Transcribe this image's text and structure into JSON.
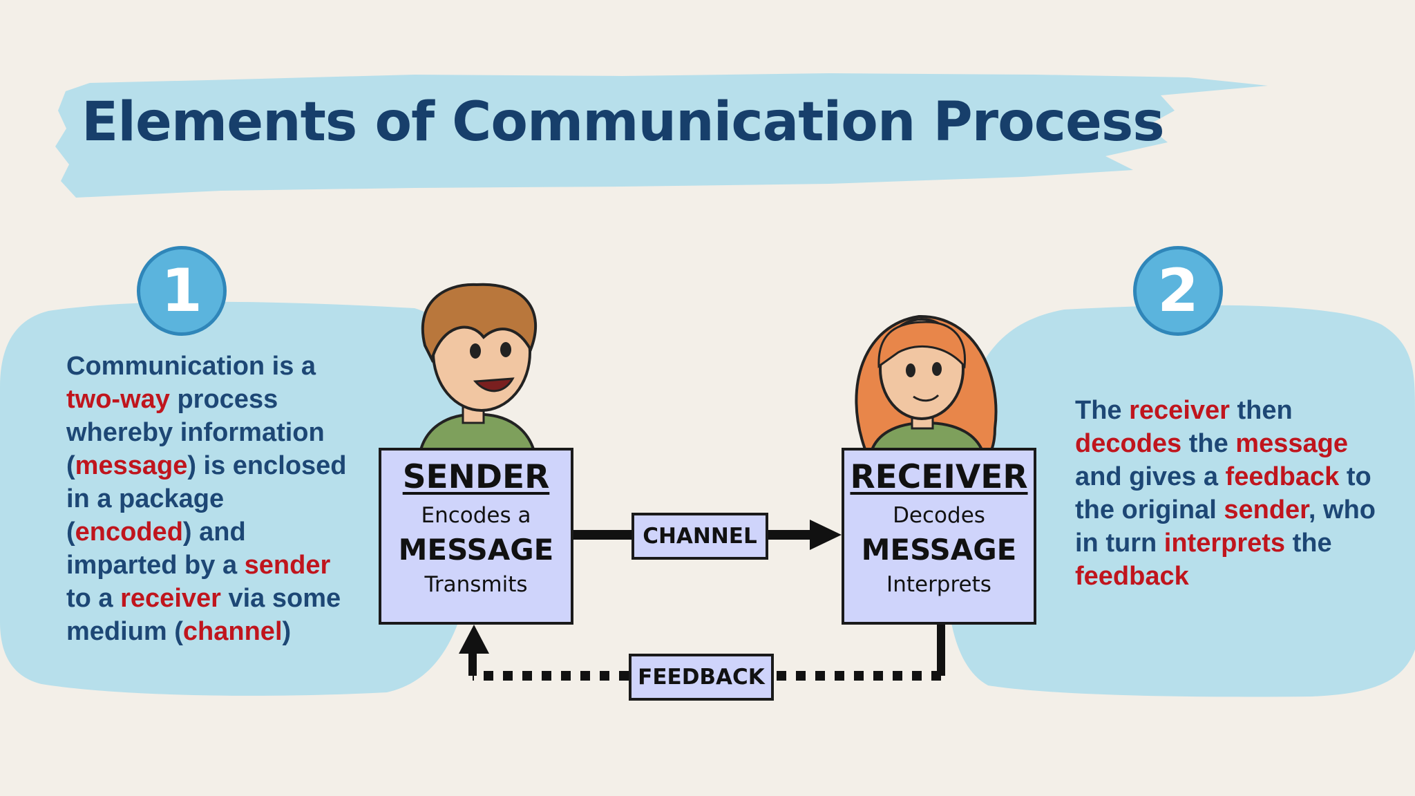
{
  "title": "Elements of Communication Process",
  "colors": {
    "background": "#f3efe8",
    "blob": "#b7dfeb",
    "title": "#173f6b",
    "text": "#1d4775",
    "highlight": "#c0151d",
    "badge": "#5bb4dd",
    "box": "#cfd4fb"
  },
  "steps": [
    {
      "number": "1",
      "segments": [
        {
          "t": "Communication is a ",
          "h": false
        },
        {
          "t": "two-way",
          "h": true
        },
        {
          "t": " process whereby information (",
          "h": false
        },
        {
          "t": "message",
          "h": true
        },
        {
          "t": ") is enclosed in a package (",
          "h": false
        },
        {
          "t": "encoded",
          "h": true
        },
        {
          "t": ") and imparted by a ",
          "h": false
        },
        {
          "t": "sender",
          "h": true
        },
        {
          "t": " to a ",
          "h": false
        },
        {
          "t": "receiver",
          "h": true
        },
        {
          "t": " via some medium (",
          "h": false
        },
        {
          "t": "channel",
          "h": true
        },
        {
          "t": ")",
          "h": false
        }
      ]
    },
    {
      "number": "2",
      "segments": [
        {
          "t": "The ",
          "h": false
        },
        {
          "t": "receiver",
          "h": true
        },
        {
          "t": " then ",
          "h": false
        },
        {
          "t": "decodes",
          "h": true
        },
        {
          "t": " the ",
          "h": false
        },
        {
          "t": "message",
          "h": true
        },
        {
          "t": " and gives a ",
          "h": false
        },
        {
          "t": "feedback",
          "h": true
        },
        {
          "t": " to the original ",
          "h": false
        },
        {
          "t": "sender",
          "h": true
        },
        {
          "t": ", who in turn ",
          "h": false
        },
        {
          "t": "interprets",
          "h": true
        },
        {
          "t": " the ",
          "h": false
        },
        {
          "t": "feedback",
          "h": true
        }
      ]
    }
  ],
  "diagram": {
    "sender": {
      "title": "SENDER",
      "line1": "Encodes a",
      "line2": "MESSAGE",
      "line3": "Transmits"
    },
    "receiver": {
      "title": "RECEIVER",
      "line1": "Decodes",
      "line2": "MESSAGE",
      "line3": "Interprets"
    },
    "channel": "CHANNEL",
    "feedback": "FEEDBACK"
  }
}
